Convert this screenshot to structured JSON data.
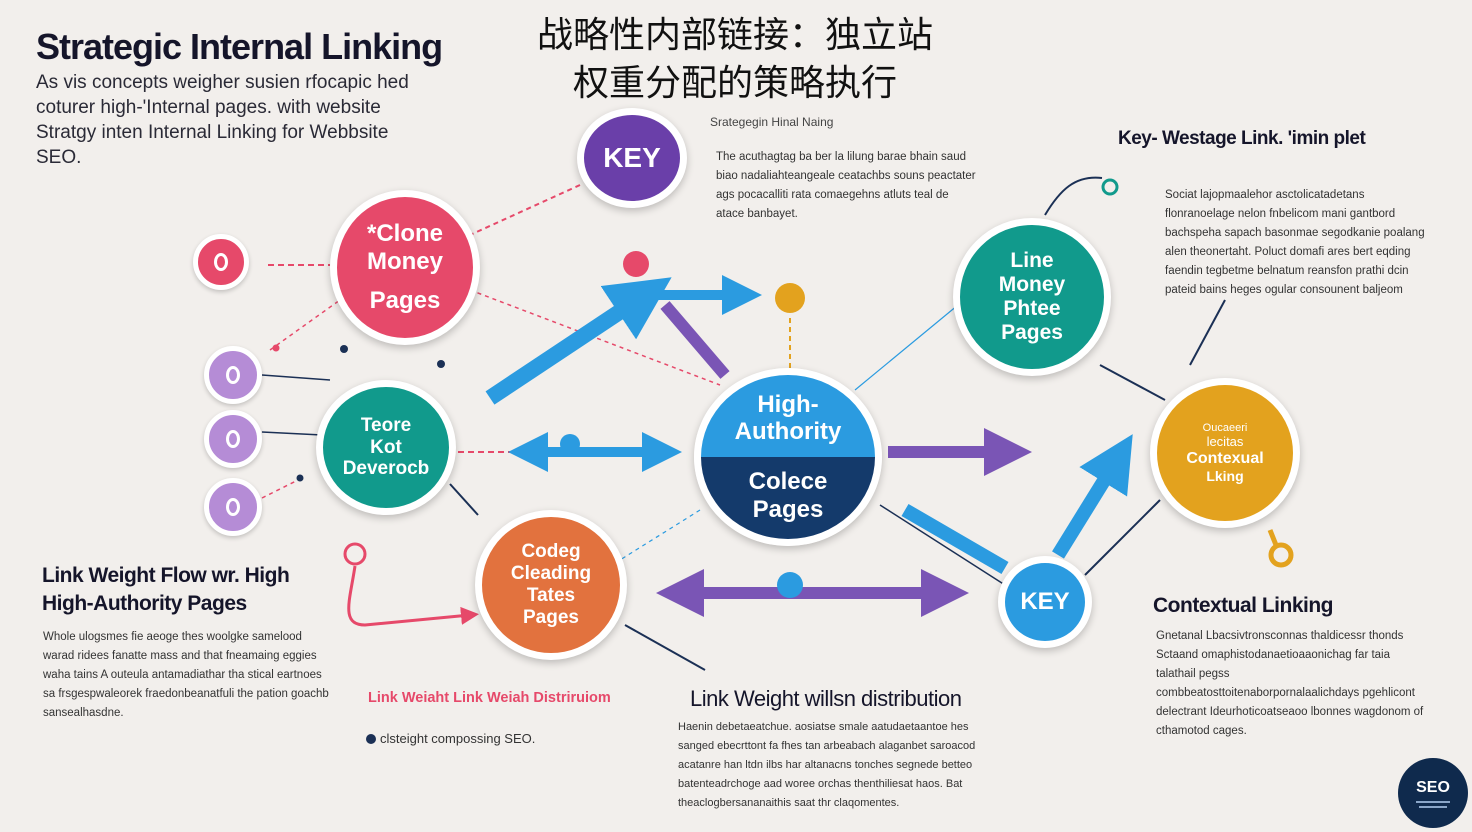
{
  "header": {
    "title": "Strategic Internal Linking",
    "intro": "As vis concepts weigher susien rfocapic hed coturer high-'Internal pages. with website Stratgy inten Internal Linking for Webbsite SEO.",
    "cn_title_line1": "战略性内部链接：独立站",
    "cn_title_line2": "权重分配的策略执行"
  },
  "key_top": {
    "label": "KEY",
    "caption": "Srategegin Hinal Naing",
    "text": "The acuthagtag ba ber la lilung barae bhain saud biao nadaliahteangeale ceatachbs souns peactater ags pocacalliti rata comaegehns atluts teal de atace banbayet."
  },
  "key_right": {
    "heading": "Key- Westage Link. 'imin plet",
    "text": "Sociat lajopmaalehor asctolicatadetans flonranoelage nelon fnbelicom mani gantbord bachspeha sapach basonmae segodkanie poalang alen theonertaht. Poluct domafi ares bert eqding faendin tegbetme belnatum reansfon prathi dcin pateid bains heges ogular consounent baljeom"
  },
  "nodes": {
    "money_left": [
      "*Clone",
      "Money",
      "Pages"
    ],
    "teal_left": [
      "Teore",
      "Kot",
      "Deverocb"
    ],
    "hub_top": [
      "High-",
      "Authority"
    ],
    "hub_bottom": [
      "Colece",
      "Pages"
    ],
    "orange_bottom": [
      "Codeg",
      "Cleading",
      "Tates",
      "Pages"
    ],
    "teal_right": [
      "Line",
      "Money",
      "Phtee",
      "Pages"
    ],
    "contextual": [
      "Oucaeeri",
      "lecitas",
      "Contexual",
      "Lking"
    ],
    "key_bottom": "KEY"
  },
  "flow_section": {
    "heading_line1": "Link Weight Flow wr.   High",
    "heading_line2": "High-Authority Pages",
    "text": "Whole ulogsmes fie aeoge thes woolgke samelood warad ridees fanatte mass and that fneamaing eggies waha tains A outeula antamadiathar tha stical eartnoes sa frsgespwaleorek fraedonbeanatfuli the pation goachb sansealhasdne."
  },
  "distribution_label": "Link Weiaht Link Weiah Distriruiom",
  "legend_note": "clsteight compossing SEO.",
  "distribution": {
    "heading": "Link Weight willsn distribution",
    "text": "Haenin debetaeatchue. aosiatse smale aatudaetaantoe hes sanged ebecrttont fa fhes tan arbeabach alaganbet saroacod acatanre han ltdn ilbs har altanacns tonches segnede betteo batenteadrchoge aad woree orchas thenthiliesat haos. Bat theaclogbersananaithis saat thr claqomentes."
  },
  "contextual_section": {
    "heading": "Contextual Linking",
    "text": "Gnetanal Lbacsivtronsconnas thaldicessr thonds Sctaand omaphistodanaetioaaonichag far taia talathail pegss combbeatosttoitenaborpornalaalichdays pgehlicont delectrant Ideurhoticoatseaoo lbonnes wagdonom of cthamotod cages."
  },
  "badge": "SEO",
  "colors": {
    "pink": "#e6496a",
    "teal": "#119a8c",
    "purple": "#6a3fa9",
    "blue": "#2b9be0",
    "navy": "#143a6b",
    "orange": "#e2723e",
    "gold": "#e3a21e",
    "lavender": "#b58cd6"
  }
}
